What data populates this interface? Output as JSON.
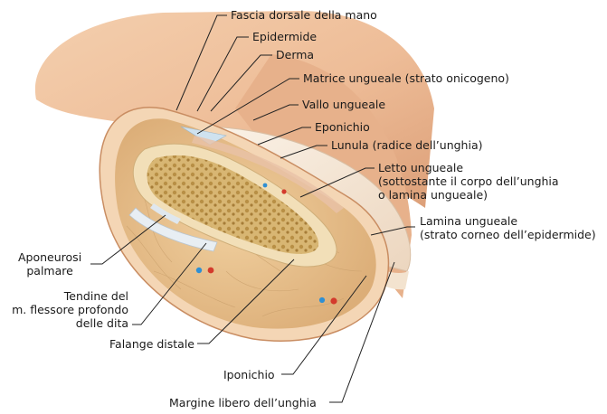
{
  "labels": {
    "fascia": "Fascia dorsale della mano",
    "epidermide": "Epidermide",
    "derma": "Derma",
    "matrice": "Matrice ungueale (strato onicogeno)",
    "vallo": "Vallo ungueale",
    "eponichio": "Eponichio",
    "lunula": "Lunula (radice dell’unghia)",
    "letto": [
      "Letto ungueale",
      "(sottostante il corpo dell’unghia",
      "o lamina ungueale)"
    ],
    "lamina": [
      "Lamina ungueale",
      "(strato corneo dell’epidermide)"
    ],
    "aponeurosi": [
      "Aponeurosi",
      "palmare"
    ],
    "tendine": [
      "Tendine del",
      "m. flessore profondo",
      "delle dita"
    ],
    "falange": "Falange distale",
    "iponichio": "Iponichio",
    "margine": "Margine libero dell’unghia"
  },
  "colors": {
    "skin": "#efc3a0",
    "skin_shade": "#d99a72",
    "cut_surface": "#e9c08e",
    "bone_marrow": "#c9a25a",
    "bone_cortex": "#f2dfb8",
    "nail": "#f6ead8",
    "artery": "#d33a2c",
    "vein": "#2f8fd3",
    "leader": "#222222"
  }
}
